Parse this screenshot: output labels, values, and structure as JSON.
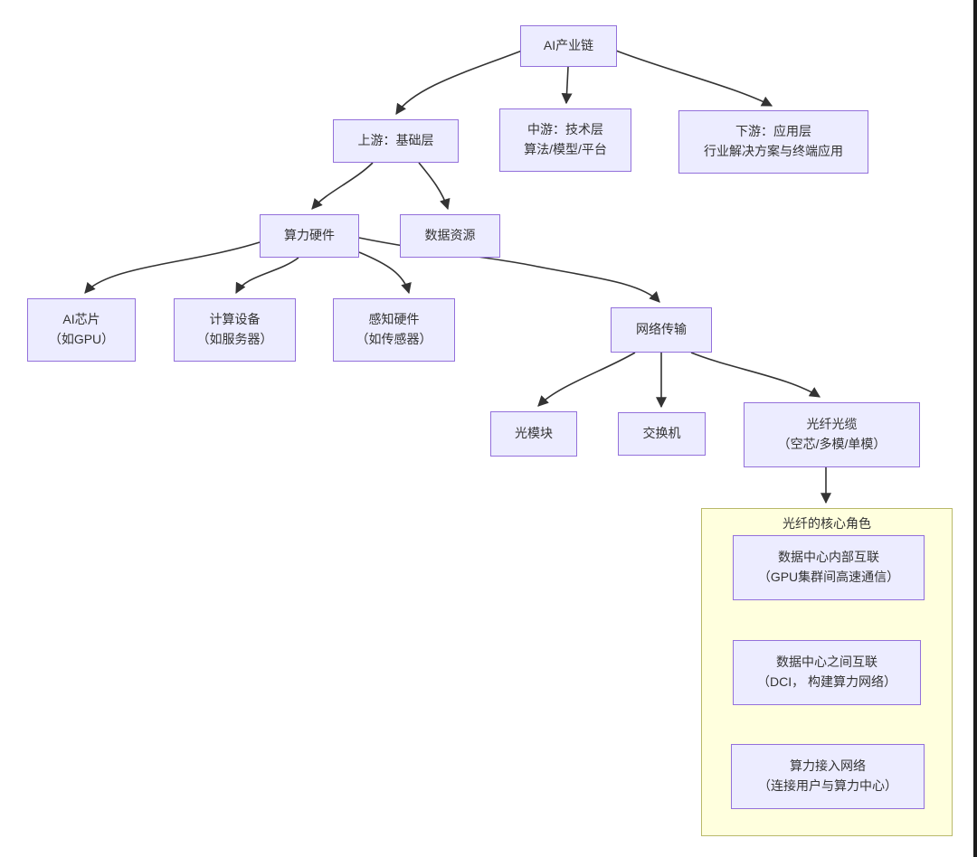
{
  "diagram": {
    "type": "flowchart",
    "nodes": {
      "root": {
        "label": "AI产业链"
      },
      "upstream": {
        "label": "上游：基础层"
      },
      "midstream": {
        "label": "中游：技术层\n算法/模型/平台"
      },
      "downstream": {
        "label": "下游：应用层\n行业解决方案与终端应用"
      },
      "computing_hw": {
        "label": "算力硬件"
      },
      "data_resource": {
        "label": "数据资源"
      },
      "ai_chip": {
        "label": "AI芯片\n（如GPU）"
      },
      "computing_device": {
        "label": "计算设备\n（如服务器）"
      },
      "sensing_hw": {
        "label": "感知硬件\n（如传感器）"
      },
      "network": {
        "label": "网络传输"
      },
      "optical_module": {
        "label": "光模块"
      },
      "switch": {
        "label": "交换机"
      },
      "fiber_cable": {
        "label": "光纤光缆\n（空芯/多模/单模）"
      },
      "fiber_role_cluster": {
        "label": "光纤的核心角色"
      },
      "dc_internal": {
        "label": "数据中心内部互联\n（GPU集群间高速通信）"
      },
      "dc_interconnect": {
        "label": "数据中心之间互联\n（DCI， 构建算力网络）"
      },
      "access_network": {
        "label": "算力接入网络\n（连接用户与算力中心）"
      }
    },
    "edges": [
      {
        "from": "AI产业链",
        "to": "上游：基础层"
      },
      {
        "from": "AI产业链",
        "to": "中游：技术层"
      },
      {
        "from": "AI产业链",
        "to": "下游：应用层"
      },
      {
        "from": "上游：基础层",
        "to": "算力硬件"
      },
      {
        "from": "上游：基础层",
        "to": "数据资源"
      },
      {
        "from": "算力硬件",
        "to": "AI芯片"
      },
      {
        "from": "算力硬件",
        "to": "计算设备"
      },
      {
        "from": "算力硬件",
        "to": "感知硬件"
      },
      {
        "from": "算力硬件",
        "to": "网络传输"
      },
      {
        "from": "网络传输",
        "to": "光模块"
      },
      {
        "from": "网络传输",
        "to": "交换机"
      },
      {
        "from": "网络传输",
        "to": "光纤光缆"
      },
      {
        "from": "光纤光缆",
        "to": "光纤的核心角色"
      }
    ],
    "colors": {
      "node_fill": "#ECECFF",
      "node_border": "#9370DB",
      "cluster_fill": "#FFFFDE",
      "cluster_border": "#b9b96a",
      "edge": "#333333",
      "text": "#333333",
      "screen_edge_line": "#1c1c1c"
    }
  }
}
